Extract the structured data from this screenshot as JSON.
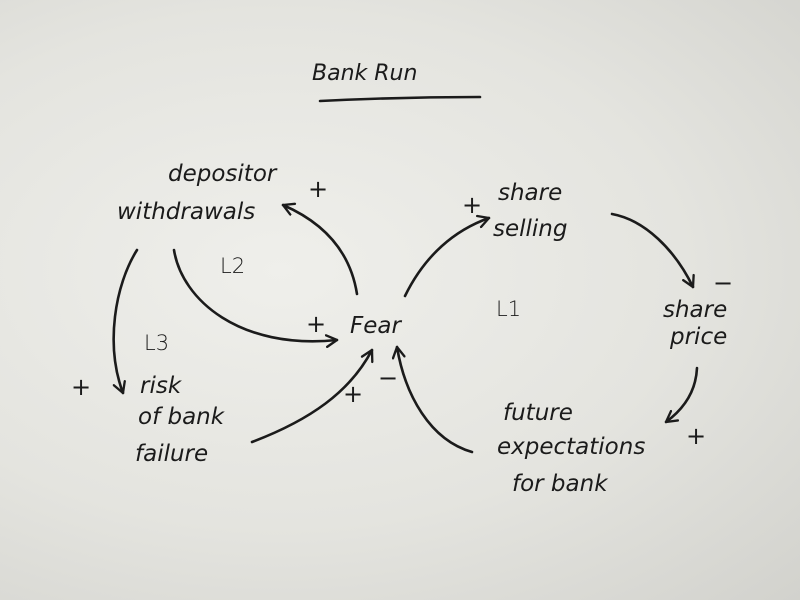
{
  "title": "Bank Run",
  "nodes": {
    "depositor_withdrawals": [
      "depositor",
      "withdrawals"
    ],
    "fear": "Fear",
    "share_selling": [
      "share",
      "selling"
    ],
    "share_price": [
      "share",
      "price"
    ],
    "future_expectations": [
      "future",
      "expectations",
      "for bank"
    ],
    "risk_of_bank_failure": [
      "risk",
      "of bank",
      "failure"
    ]
  },
  "loops": {
    "l1": "L1",
    "l2": "L2",
    "l3": "L3"
  },
  "polarities": {
    "fear_to_withdrawals": "+",
    "withdrawals_to_fear": "+",
    "withdrawals_to_risk": "+",
    "risk_to_fear": "+",
    "expectations_to_fear": "−",
    "fear_to_share_selling": "+",
    "share_selling_to_price": "−",
    "price_to_expectations": "+"
  },
  "colors": {
    "ink": "#1b1b1b",
    "paper": "#ecece8"
  }
}
